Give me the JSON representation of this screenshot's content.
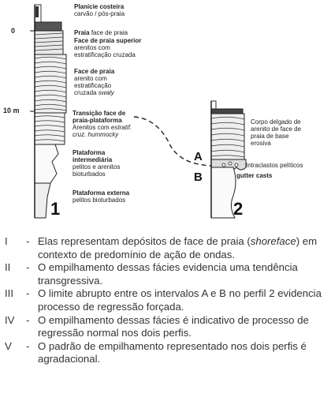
{
  "diagram": {
    "profile1": {
      "number": "1",
      "ticks": [
        "0",
        "10 m"
      ],
      "facies": [
        {
          "title": "Planície costeira",
          "lines": [
            "carvão / pós-praia"
          ]
        },
        {
          "title": "Praia",
          "title_suffix": "face de praia",
          "lines": []
        },
        {
          "title": "Face de praia superior",
          "lines": [
            "arenitos com",
            "estratificação cruzada"
          ]
        },
        {
          "title": "Face de praia",
          "lines": [
            "arenito com",
            "estratificação",
            "cruzada"
          ],
          "italic_word": "swaly"
        },
        {
          "title": "Transição face de",
          "title2": "praia-plataforma",
          "lines": [
            "Arenitos com"
          ],
          "italic_a": "estratif.",
          "italic_b": "cruz. hummocky"
        },
        {
          "title": "Plataforma",
          "title2": "intermediária",
          "lines": [
            "pelitos e arenitos",
            "bioturbados"
          ]
        },
        {
          "title": "Plataforma externa",
          "lines": [
            "pelitos bioturbados"
          ]
        }
      ]
    },
    "profile2": {
      "number": "2",
      "interval_a": "A",
      "interval_b": "B",
      "desc": [
        "Corpo delgado de",
        "arenito de face de",
        "praia de base",
        "erosiva"
      ],
      "intraclasts": "Intraclastos pelíticos",
      "gutter": "gutter casts"
    }
  },
  "items": [
    {
      "num": "I",
      "text_a": "Elas representam depósitos de face de praia (",
      "italic": "shoreface",
      "text_b": ") em contexto de predomínio de ação de ondas."
    },
    {
      "num": "II",
      "text": "O empilhamento dessas fácies evidencia uma tendência transgressiva."
    },
    {
      "num": "III",
      "text": "O limite abrupto entre os intervalos A e B no perfil 2 evidencia processo de regressão forçada."
    },
    {
      "num": "IV",
      "text": "O empilhamento dessas fácies é indicativo de processo de regressão normal nos dois perfis."
    },
    {
      "num": "V",
      "text": "O padrão de empilhamento representado nos dois perfis é agradacional."
    }
  ]
}
